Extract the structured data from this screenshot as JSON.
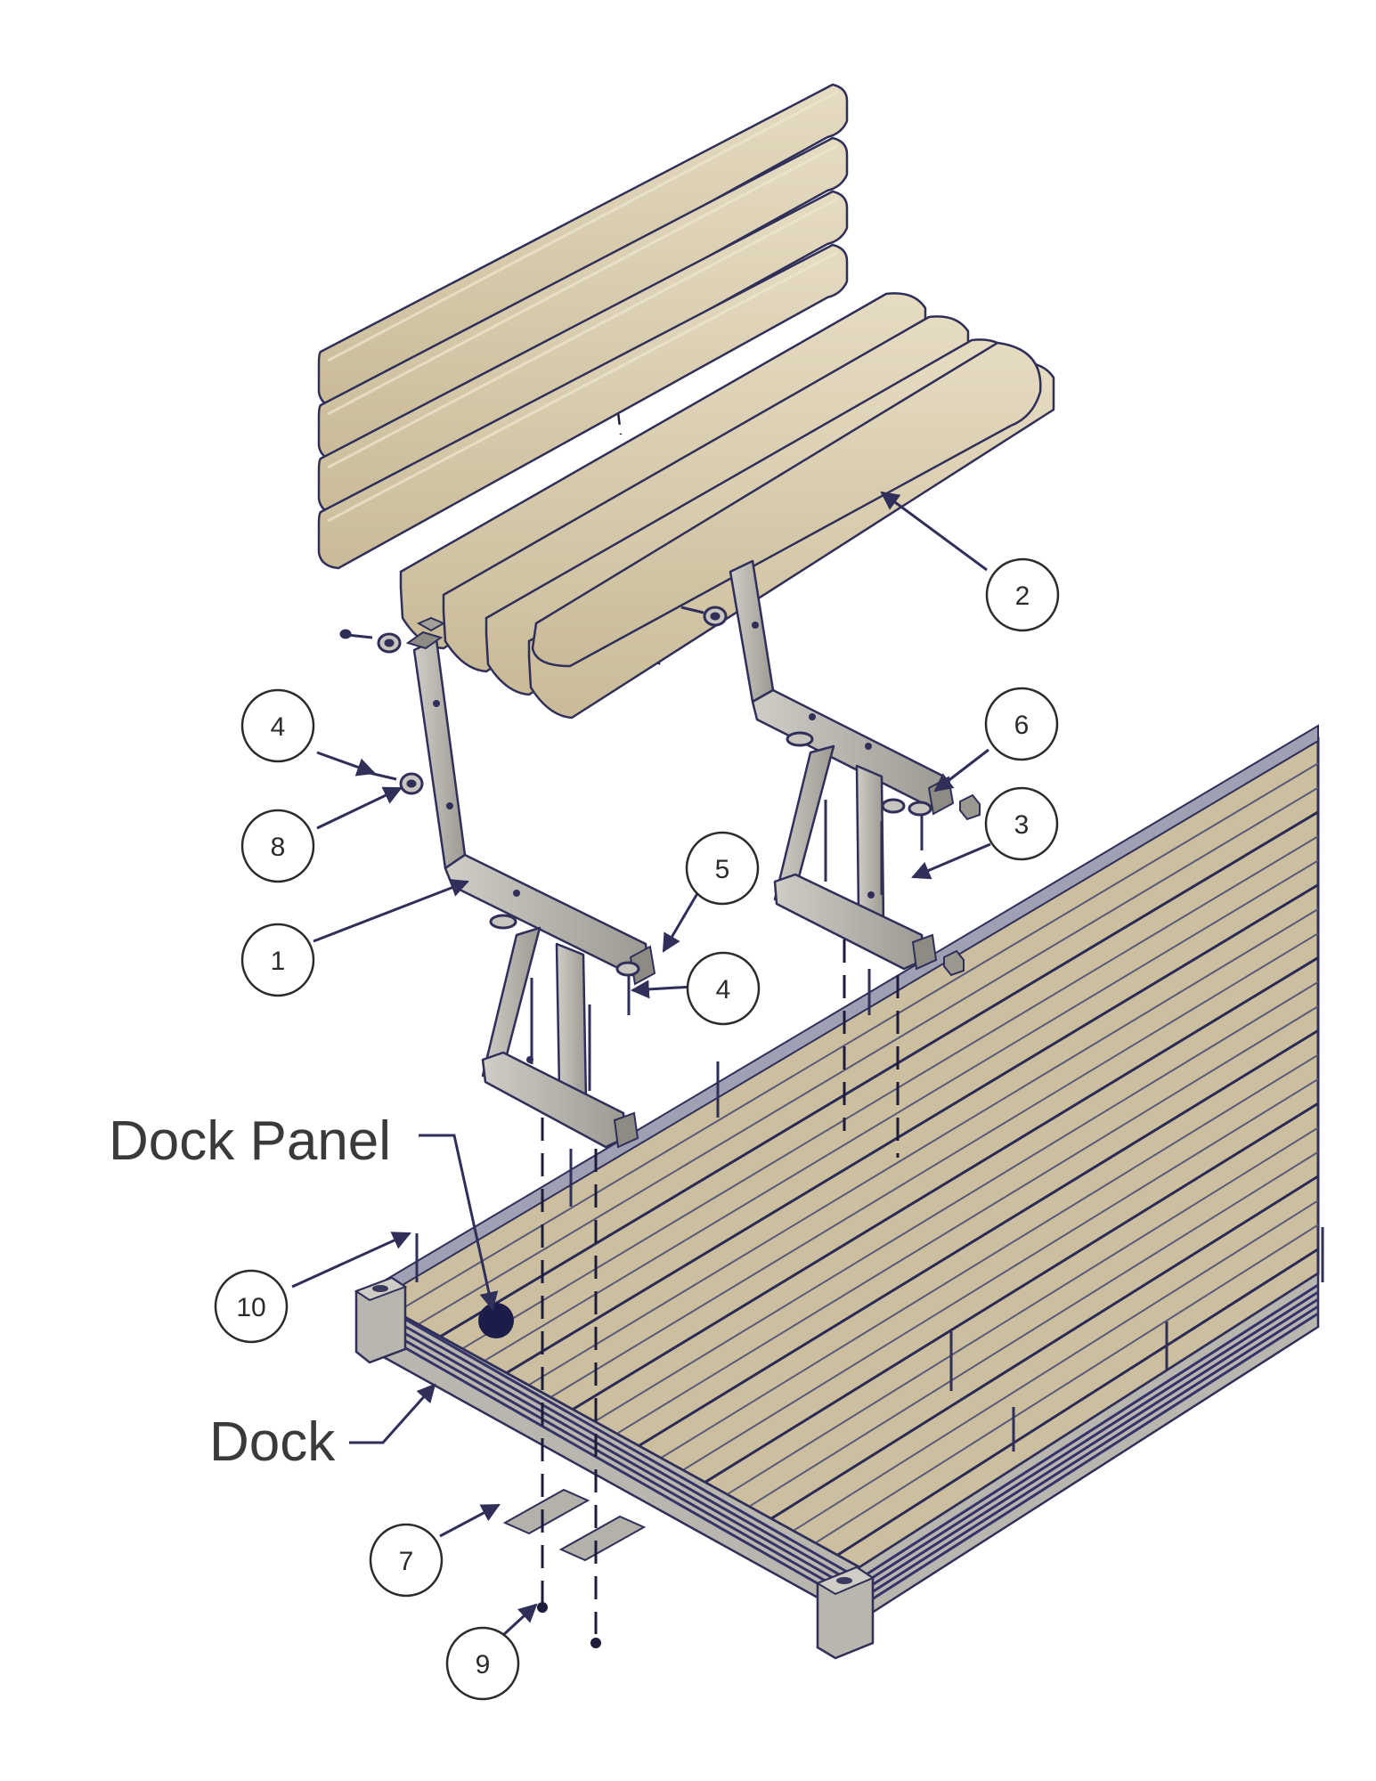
{
  "labels": {
    "dock_panel": "Dock Panel",
    "dock": "Dock"
  },
  "callouts": [
    {
      "id": "c1",
      "number": "1"
    },
    {
      "id": "c2",
      "number": "2"
    },
    {
      "id": "c3",
      "number": "3"
    },
    {
      "id": "c4a",
      "number": "4"
    },
    {
      "id": "c4b",
      "number": "4"
    },
    {
      "id": "c5",
      "number": "5"
    },
    {
      "id": "c6",
      "number": "6"
    },
    {
      "id": "c7",
      "number": "7"
    },
    {
      "id": "c8",
      "number": "8"
    },
    {
      "id": "c9",
      "number": "9"
    },
    {
      "id": "c10",
      "number": "10"
    }
  ],
  "colors": {
    "wood": "#d9cdb0",
    "wood_dark": "#b9ab88",
    "metal": "#b8b6ae",
    "metal_dark": "#8d8b84",
    "outline": "#2f2f5a",
    "rail": "#34346a",
    "callout_stroke": "#2b2b2b"
  }
}
